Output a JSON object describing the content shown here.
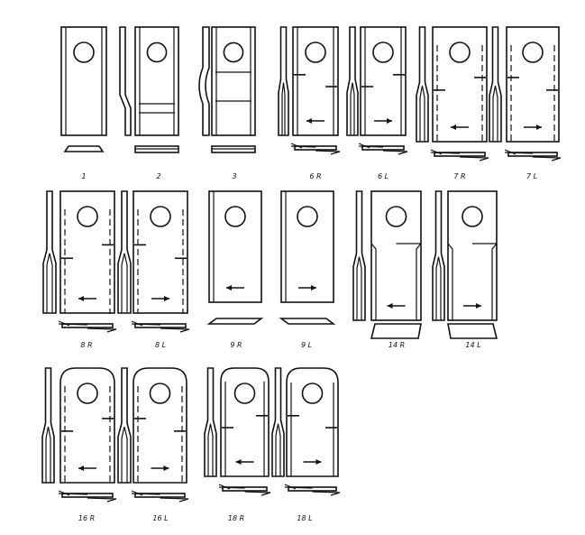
{
  "blades": [
    {
      "id": "1",
      "label": "1"
    },
    {
      "id": "2",
      "label": "2"
    },
    {
      "id": "3",
      "label": "3"
    },
    {
      "id": "6R",
      "label": "6 R"
    },
    {
      "id": "6L",
      "label": "6 L"
    },
    {
      "id": "7R",
      "label": "7 R"
    },
    {
      "id": "7L",
      "label": "7 L"
    },
    {
      "id": "8R",
      "label": "8 R"
    },
    {
      "id": "8L",
      "label": "8 L"
    },
    {
      "id": "9R",
      "label": "9 R"
    },
    {
      "id": "9L",
      "label": "9 L"
    },
    {
      "id": "14R",
      "label": "14 R"
    },
    {
      "id": "14L",
      "label": "14 L"
    },
    {
      "id": "16R",
      "label": "16 R"
    },
    {
      "id": "16L",
      "label": "16 L"
    },
    {
      "id": "18R",
      "label": "18 R"
    },
    {
      "id": "18L",
      "label": "18 L"
    }
  ]
}
